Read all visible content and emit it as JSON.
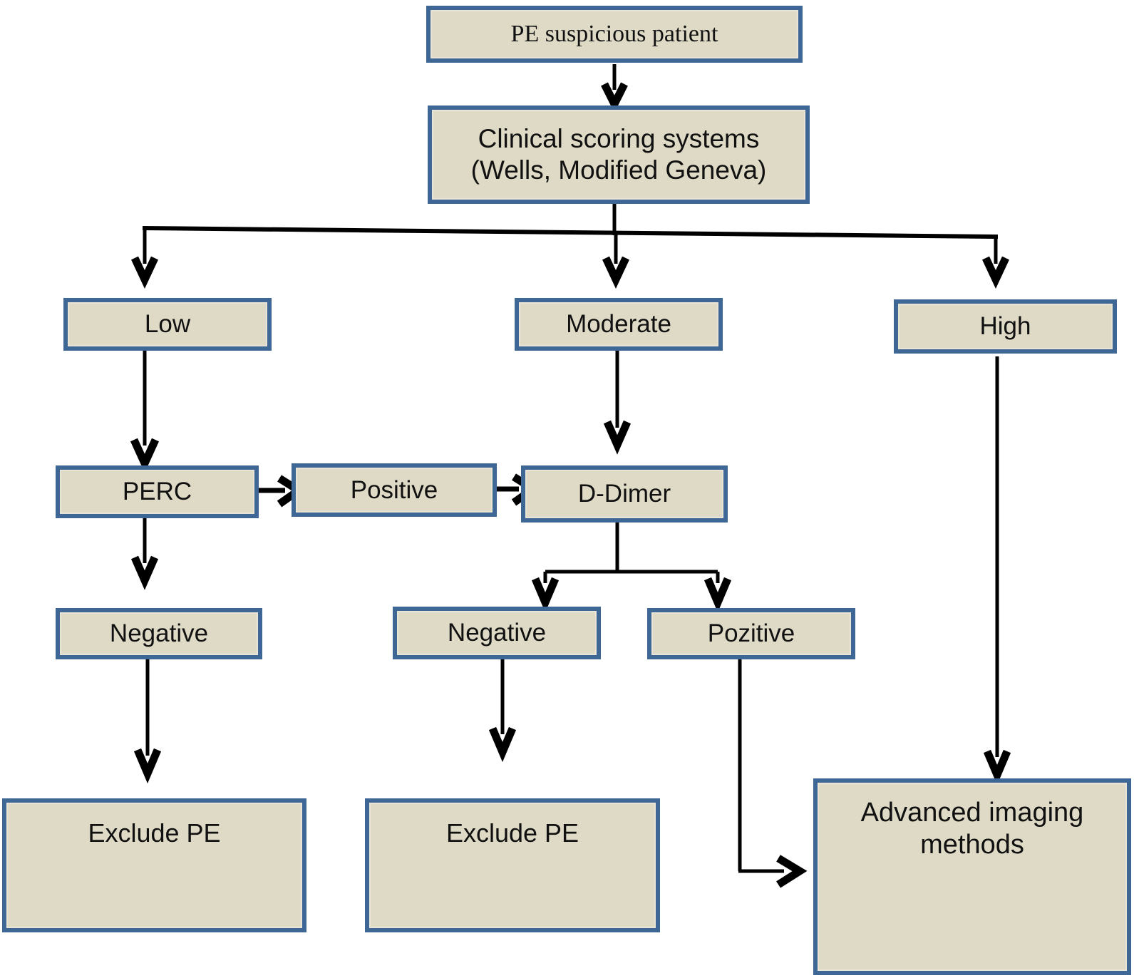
{
  "diagram": {
    "title": "Pulmonary embolism diagnostic algorithm flowchart",
    "colors": {
      "box_fill": "#dfdac6",
      "box_border": "#3f6795",
      "box_inner_highlight": "#e9e5d6",
      "connector": "#000000",
      "text": "#111111",
      "background": "#ffffff"
    },
    "nodes": {
      "pe_suspicious_patient": "PE suspicious patient",
      "clinical_scoring_systems": "Clinical scoring systems\n(Wells, Modified Geneva)",
      "risk_low": "Low",
      "risk_moderate": "Moderate",
      "risk_high": "High",
      "perc": "PERC",
      "perc_positive": "Positive",
      "d_dimer": "D-Dimer",
      "perc_negative": "Negative",
      "d_dimer_negative": "Negative",
      "d_dimer_pozitive": "Pozitive",
      "exclude_pe_left": "Exclude PE",
      "exclude_pe_middle": "Exclude PE",
      "advanced_imaging_methods": "Advanced imaging\nmethods"
    },
    "edges": [
      {
        "from": "pe_suspicious_patient",
        "to": "clinical_scoring_systems",
        "style": "vertical-arrow"
      },
      {
        "from": "clinical_scoring_systems",
        "to": "risk_low",
        "style": "branch-arrow"
      },
      {
        "from": "clinical_scoring_systems",
        "to": "risk_moderate",
        "style": "branch-arrow"
      },
      {
        "from": "clinical_scoring_systems",
        "to": "risk_high",
        "style": "branch-arrow"
      },
      {
        "from": "risk_low",
        "to": "perc",
        "style": "vertical-arrow"
      },
      {
        "from": "perc",
        "to": "perc_positive",
        "style": "horizontal-arrow"
      },
      {
        "from": "perc_positive",
        "to": "d_dimer",
        "style": "horizontal-arrow"
      },
      {
        "from": "risk_moderate",
        "to": "d_dimer",
        "style": "vertical-arrow"
      },
      {
        "from": "perc",
        "to": "perc_negative",
        "style": "vertical-arrow"
      },
      {
        "from": "perc_negative",
        "to": "exclude_pe_left",
        "style": "vertical-arrow"
      },
      {
        "from": "d_dimer",
        "to": "d_dimer_negative",
        "style": "branch-arrow"
      },
      {
        "from": "d_dimer",
        "to": "d_dimer_pozitive",
        "style": "branch-arrow"
      },
      {
        "from": "d_dimer_negative",
        "to": "exclude_pe_middle",
        "style": "vertical-arrow"
      },
      {
        "from": "d_dimer_pozitive",
        "to": "advanced_imaging_methods",
        "style": "elbow-arrow"
      },
      {
        "from": "risk_high",
        "to": "advanced_imaging_methods",
        "style": "vertical-arrow"
      }
    ]
  }
}
